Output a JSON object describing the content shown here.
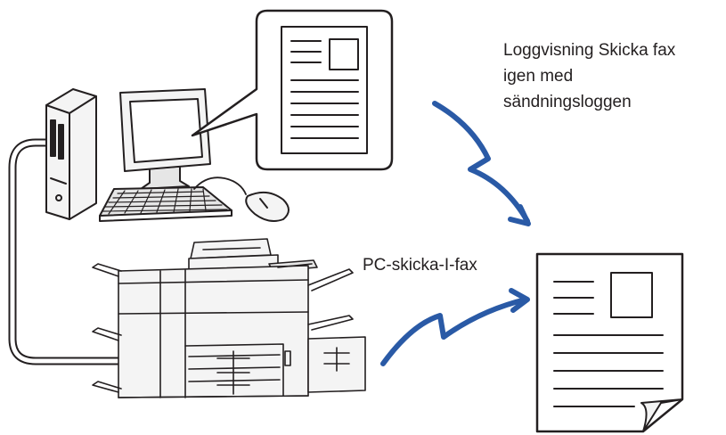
{
  "labels": {
    "log_line1": "Loggvisning Skicka fax",
    "log_line2": "igen med",
    "log_line3": "sändningsloggen",
    "pc_fax": "PC-skicka-I-fax"
  },
  "colors": {
    "arrow": "#2a5aa6",
    "outline": "#231f20",
    "fill_light": "#f4f4f4",
    "fill_mid": "#e6e6e6"
  },
  "icons": [
    "computer-tower-icon",
    "monitor-icon",
    "keyboard-icon",
    "mouse-icon",
    "document-bubble-icon",
    "multifunction-printer-icon",
    "fax-document-icon",
    "send-arrow-icon"
  ]
}
